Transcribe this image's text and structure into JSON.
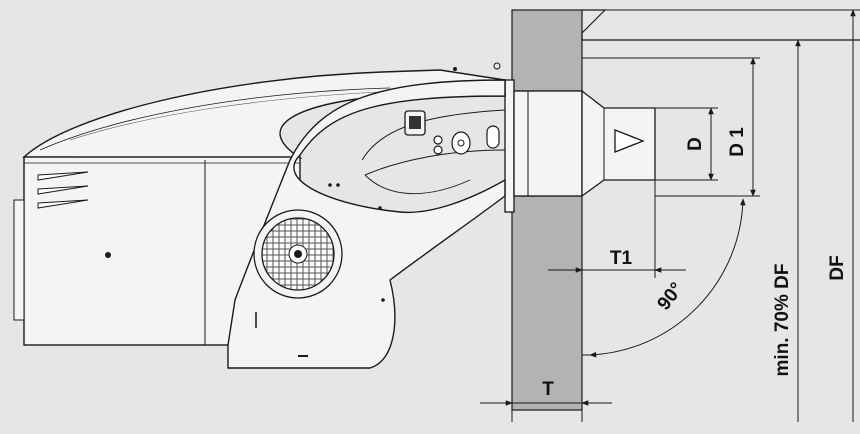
{
  "colors": {
    "background": "#e6e6e6",
    "outline": "#1a1a1a",
    "burner_fill": "#f4f4f4",
    "wall_fill": "#b3b3b3"
  },
  "labels": {
    "d": "D",
    "d1": "D 1",
    "t1": "T1",
    "angle": "90°",
    "t": "T",
    "min_df": "min. 70% DF",
    "df": "DF"
  },
  "icons": {
    "fan": "fan-grille-icon",
    "control": "control-box-icon"
  }
}
